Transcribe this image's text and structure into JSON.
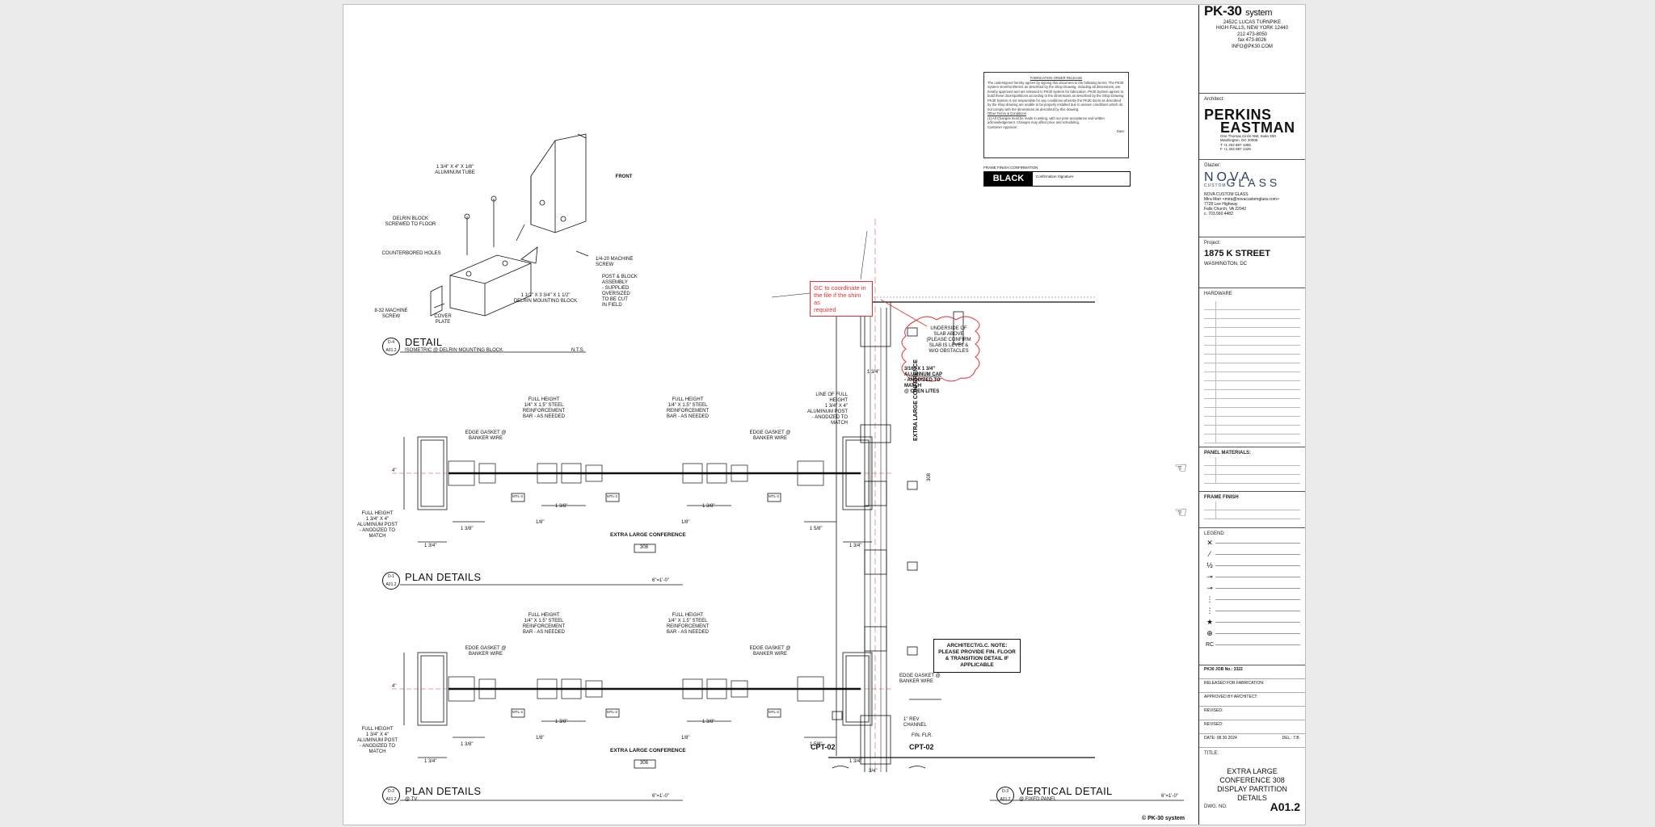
{
  "title_block": {
    "brand": "PK-30",
    "brand_suffix": "system",
    "address_lines": [
      "2452C LUCAS TURNPIKE",
      "HIGH FALLS, NEW YORK 12440",
      "212 473-8050",
      "fax 473-8026",
      "INFO@PK30.COM"
    ],
    "architect_label": "Architect:",
    "architect_name_1": "PERKINS",
    "architect_name_2": "EASTMAN",
    "architect_address": [
      "One Thomas Circle NW, Suite 300",
      "Washington, DC 20005",
      "T +1 202 887 1355",
      "F +1 202 887 1325"
    ],
    "glazier_label": "Glazier:",
    "glazier_logo_top": "NOVA",
    "glazier_logo_small": "CUSTOM",
    "glazier_logo_bottom": "GLASS",
    "glazier_lines": [
      "NOVA CUSTOM GLASS",
      "Mira Marr <mira@novacustomglass.com>",
      "7728 Lee Highway",
      "Falls Church, VA 22042",
      "c. 703.560.4482"
    ],
    "project_label": "Project:",
    "project_name": "1875 K STREET",
    "project_city": "WASHINGTON, DC",
    "hardware_label": "HARDWARE",
    "panel_materials_label": "PANEL MATERIALS:",
    "frame_finish_label": "FRAME FINISH",
    "legend_label": "LEGEND",
    "job_no": "PK30 JOB No.: 3322",
    "released": "RELEASED FOR FABRICATION:",
    "approved": "APPROVED BY ARCHITECT:",
    "revised1": "REVISED:",
    "revised2": "REVISED:",
    "date": "DATE:  08.30.2024",
    "drawn_by": "DEL.: T.B.",
    "title_label": "TITLE:",
    "title_lines": [
      "EXTRA LARGE",
      "CONFERENCE 308",
      "DISPLAY PARTITION DETAILS"
    ],
    "dwg_no_label": "DWG. NO.",
    "dwg_no": "A01.2"
  },
  "fabrication_box": {
    "heading": "FABRICATION ORDER RELEASE",
    "body": "The undersigned hereby agrees by signing this document to the following terms: The PK30 System storefront/terms as described by the Shop Drawing, including all dimensions, are hereby approved and are released to PK30 System for fabrication. PK30 System agrees to build these doors/partitions according to the dimensions as described by the Shop Drawing. PK30 System is not responsible for any conditions whereby the PK30 doors as described by the shop drawing are unable to be properly installed due to unseen conditions which do not comply with the dimensions as described by this drawing.",
    "other_terms": "Other Terms & Conditions",
    "terms_text": "(1) All Changes must be made in writing, with our prior acceptance and written acknowledgement. Changes may affect price and scheduling.",
    "approval": "Customer Approval:",
    "date_label": "Date:"
  },
  "frame_finish": {
    "label": "FRAME FINISH CONFIRMATION",
    "value": "BLACK",
    "sig_label": "Confirmation Signature:"
  },
  "red_note": [
    "GC to coordinate in",
    "the file if the shim as",
    "required"
  ],
  "cloud_note": [
    "UNDERSIDE OF",
    "SLAB ABOVE",
    "(PLEASE CONFIRM",
    "SLAB IS LEVEL &",
    "W/O OBSTACLES"
  ],
  "arch_note": [
    "ARCHITECT/G.C. NOTE:",
    "PLEASE PROVIDE FIN. FLOOR",
    "& TRANSITION DETAIL IF",
    "APPLICABLE"
  ],
  "detail_iso": {
    "tag_top": "D-4",
    "tag_bottom": "A01.2",
    "title": "DETAIL",
    "subtitle": "ISOMETRIC @ DELRIN MOUNTING BLOCK",
    "scale": "N.T.S.",
    "labels": {
      "tube": [
        "1 3/4\" X 4\" X 1/8\"",
        "ALUMINUM TUBE"
      ],
      "front": "FRONT",
      "delrin_block": [
        "DELRIN BLOCK",
        "SCREWED TO FLOOR"
      ],
      "counterbored": "COUNTERBORED HOLES",
      "machine_screw": [
        "1/4-20 MACHINE",
        "SCREW"
      ],
      "post_block": [
        "POST & BLOCK",
        "ASSEMBLY",
        "- SUPPLIED",
        "OVERSIZED",
        "TO BE CUT",
        "IN FIELD"
      ],
      "mounting_block": [
        "1 1/2\" X 3 3/4\" X 1 1/2\"",
        "DELRIN MOUNTING BLOCK"
      ],
      "screw_832": [
        "8-32 MACHINE",
        "SCREW"
      ],
      "cover_plate": [
        "COVER",
        "PLATE"
      ]
    }
  },
  "plan1": {
    "tag_top": "D-1",
    "tag_bottom": "A01.2",
    "title": "PLAN DETAILS",
    "scale": "6\"=1'-0\"",
    "room": "EXTRA LARGE CONFERENCE",
    "room_no": "308"
  },
  "plan2": {
    "tag_top": "D-2",
    "tag_bottom": "A01.2",
    "title": "PLAN DETAILS",
    "subtitle": "@ TV",
    "scale": "6\"=1'-0\"",
    "room": "EXTRA LARGE CONFERENCE",
    "room_no": "308"
  },
  "plan_labels": {
    "full_height_bar": [
      "FULL HEIGHT",
      "1/4\" X 1.5\" STEEL",
      "REINFORCEMENT",
      "BAR - AS NEEDED"
    ],
    "edge_gasket": [
      "EDGE GASKET @",
      "BANKER WIRE"
    ],
    "full_height_post": [
      "FULL HEIGHT",
      "1 3/4\" X 4\"",
      "ALUMINUM POST",
      "- ANODIZED TO",
      "MATCH"
    ],
    "dim_1_3_4": "1 3/4\"",
    "dim_1_3_8": "1 3/8\"",
    "dim_1_8": "1/8\"",
    "dim_4": "4\"",
    "dim_1_5_8": "1 5/8\"",
    "mtl": "MTL-2"
  },
  "vertical": {
    "tag_top": "D-3",
    "tag_bottom": "A01.2",
    "title": "VERTICAL DETAIL",
    "subtitle": "@ FIXED PANEL",
    "scale": "6\"=1'-0\"",
    "room": "EXTRA LARGE CONFERENCE",
    "room_no": "308",
    "cap": [
      "3/16\" X 1 3/4\"",
      "ALUMINUM CAP",
      "- ANODIZED TO",
      "MATCH",
      "@ OPEN LITES"
    ],
    "line_full": [
      "LINE OF FULL",
      "HEIGHT",
      "1 3/4\" X 4\"",
      "ALUMINUM POST",
      "- ANODIZED TO",
      "MATCH"
    ],
    "edge_gasket": [
      "EDGE GASKET @",
      "BANKER WIRE"
    ],
    "rev_channel": [
      "1\" REV",
      "CHANNEL"
    ],
    "fin_flr": "FIN. FLR.",
    "cpt_left": "CPT-02",
    "cpt_right": "CPT-02",
    "dim_1_3_4": "1 3/4\"",
    "dim_3_4": "3/4\""
  },
  "footer": "PK-30 system"
}
